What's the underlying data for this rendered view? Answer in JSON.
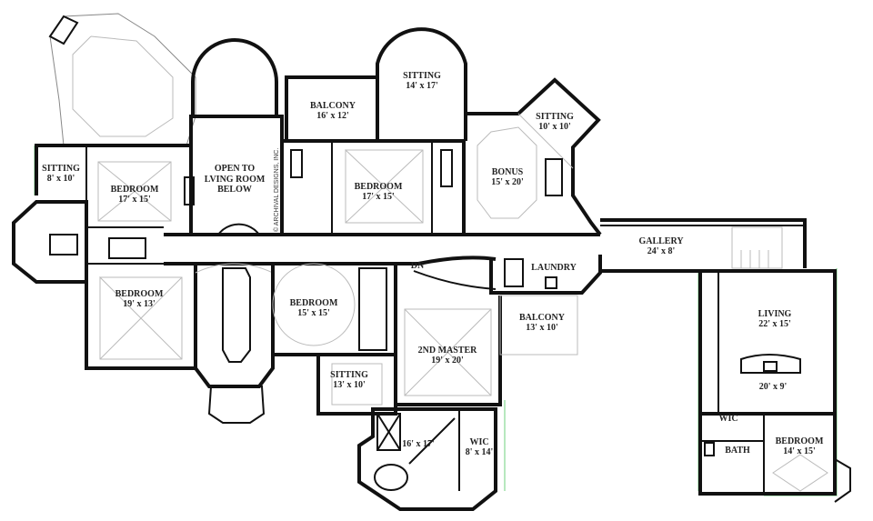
{
  "copyright": "© ARCHIVAL DESIGNS, INC.",
  "rooms": {
    "sitting_w": {
      "name": "SITTING",
      "size": "8' x 10'"
    },
    "bedroom_nw": {
      "name": "BEDROOM",
      "size": "17' x 15'"
    },
    "open_living": {
      "line1": "OPEN TO",
      "line2": "LVING ROOM",
      "line3": "BELOW"
    },
    "balcony_n": {
      "name": "BALCONY",
      "size": "16' x 12'"
    },
    "sitting_n": {
      "name": "SITTING",
      "size": "14' x 17'"
    },
    "bedroom_n": {
      "name": "BEDROOM",
      "size": "17' x 15'"
    },
    "sitting_ne": {
      "name": "SITTING",
      "size": "10' x 10'"
    },
    "bonus": {
      "name": "BONUS",
      "size": "15' x 20'"
    },
    "gallery": {
      "name": "GALLERY",
      "size": "24' x 8'"
    },
    "stairs_dn": {
      "name": "DN"
    },
    "laundry": {
      "name": "LAUNDRY"
    },
    "bedroom_sw": {
      "name": "BEDROOM",
      "size": "19' x 13'"
    },
    "bedroom_c": {
      "name": "BEDROOM",
      "size": "15' x 15'"
    },
    "balcony_s": {
      "name": "BALCONY",
      "size": "13' x 10'"
    },
    "master2": {
      "name": "2ND MASTER",
      "size": "19' x 20'"
    },
    "sitting_s": {
      "name": "SITTING",
      "size": "13' x 10'"
    },
    "master_bath": {
      "size": "16' x 17'"
    },
    "wic_master": {
      "name": "WIC",
      "size": "8' x 14'"
    },
    "living": {
      "name": "LIVING",
      "size": "22' x 15'"
    },
    "kitchen": {
      "size": "20' x 9'"
    },
    "wic_e": {
      "name": "WIC"
    },
    "bath_e": {
      "name": "BATH"
    },
    "bedroom_e": {
      "name": "BEDROOM",
      "size": "14' x 15'"
    }
  },
  "colors": {
    "wall": "#111111",
    "outline": "#9fe0a8"
  }
}
